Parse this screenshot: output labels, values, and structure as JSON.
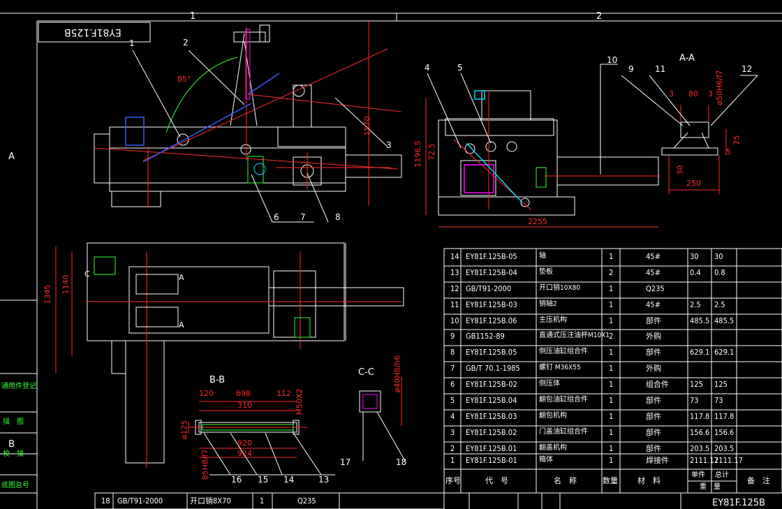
{
  "title_block": {
    "drawing_code": "EY81F.125B",
    "mirrored_code": "EY81F.125B"
  },
  "zones": {
    "col1": "1",
    "col2": "2",
    "rowA": "A",
    "rowB": "B"
  },
  "left_strip": {
    "usage_reg": "通用件登记",
    "drawing": "描　图",
    "check": "校　描",
    "base_no": "底图总号"
  },
  "views": {
    "section_aa": "A-A",
    "section_bb": "B-B",
    "section_cc": "C-C",
    "marker_a": "A",
    "marker_c": "C"
  },
  "balloons": [
    "1",
    "2",
    "3",
    "4",
    "5",
    "6",
    "7",
    "8",
    "9",
    "10",
    "11",
    "12",
    "13",
    "14",
    "15",
    "16",
    "17",
    "18"
  ],
  "dimensions": {
    "angle": "85°",
    "h1570": "1570",
    "h1196": "1196.5",
    "h725": "72.5",
    "w2255": "2255",
    "d3": "3",
    "d80": "80",
    "d3b": "3",
    "d50": "ø50H6/f7",
    "d5": "5",
    "d25": "25",
    "d30": "30",
    "d250": "250",
    "h1345": "1345",
    "h1140": "1140",
    "d120": "120",
    "d698": "698",
    "d112": "112",
    "d310": "310",
    "dM50": "M50X2",
    "d125": "ø125",
    "d920": "920",
    "d924": "924",
    "d85": "85H8/f7",
    "d40": "ø40H8/h6"
  },
  "bom": {
    "headers": {
      "no": "序号",
      "code": "代　号",
      "name": "名　称",
      "qty": "数量",
      "material": "材　料",
      "unit": "单件",
      "total": "总计",
      "weight": "重　量",
      "remark": "备　注"
    },
    "rows": [
      {
        "no": "14",
        "code": "EY81F.125B-05",
        "name": "轴",
        "qty": "1",
        "material": "45#",
        "unit": "30",
        "total": "30"
      },
      {
        "no": "13",
        "code": "EY81F.125B-04",
        "name": "垫板",
        "qty": "2",
        "material": "45#",
        "unit": "0.4",
        "total": "0.8"
      },
      {
        "no": "12",
        "code": "GB/T91-2000",
        "name": "开口销10X80",
        "qty": "1",
        "material": "Q235",
        "unit": "",
        "total": ""
      },
      {
        "no": "11",
        "code": "EY81F.125B-03",
        "name": "销轴2",
        "qty": "1",
        "material": "45#",
        "unit": "2.5",
        "total": "2.5"
      },
      {
        "no": "10",
        "code": "EY81F.125B.06",
        "name": "主压机构",
        "qty": "1",
        "material": "部件",
        "unit": "485.5",
        "total": "485.5"
      },
      {
        "no": "9",
        "code": "GB1152-89",
        "name": "直通式压注油杯M10X1",
        "qty": "2",
        "material": "外购",
        "unit": "",
        "total": ""
      },
      {
        "no": "8",
        "code": "EY81F.125B.05",
        "name": "侧压油缸组合件",
        "qty": "1",
        "material": "部件",
        "unit": "629.1",
        "total": "629.1"
      },
      {
        "no": "7",
        "code": "GB/T 70.1-1985",
        "name": "螺钉 M36X55",
        "qty": "1",
        "material": "外购",
        "unit": "",
        "total": ""
      },
      {
        "no": "6",
        "code": "EY81F.125B-02",
        "name": "侧压体",
        "qty": "1",
        "material": "组合件",
        "unit": "125",
        "total": "125"
      },
      {
        "no": "5",
        "code": "EY81F.125B.04",
        "name": "翻包油缸组合件",
        "qty": "1",
        "material": "部件",
        "unit": "73",
        "total": "73"
      },
      {
        "no": "4",
        "code": "EY81F.125B.03",
        "name": "翻包机构",
        "qty": "1",
        "material": "部件",
        "unit": "117.8",
        "total": "117.8"
      },
      {
        "no": "3",
        "code": "EY81F.125B.02",
        "name": "门盖油缸组合件",
        "qty": "1",
        "material": "部件",
        "unit": "156.6",
        "total": "156.6"
      },
      {
        "no": "2",
        "code": "EY81F.125B.01",
        "name": "翻盖机构",
        "qty": "1",
        "material": "部件",
        "unit": "203.5",
        "total": "203.5"
      },
      {
        "no": "1",
        "code": "EY81F.125B-01",
        "name": "箱体",
        "qty": "1",
        "material": "焊接件",
        "unit": "2111.17",
        "total": "2111.17"
      }
    ],
    "extra_row": {
      "no": "18",
      "code": "GB/T91-2000",
      "name": "开口销8X70",
      "qty": "1",
      "material": "Q235"
    }
  },
  "colors": {
    "line": "#ffffff",
    "dim": "#ff2a2a",
    "green": "#33ff33",
    "cyan": "#00d8ff",
    "blue": "#3a5cff",
    "magenta": "#ff00ff",
    "yellow": "#ffff00"
  }
}
